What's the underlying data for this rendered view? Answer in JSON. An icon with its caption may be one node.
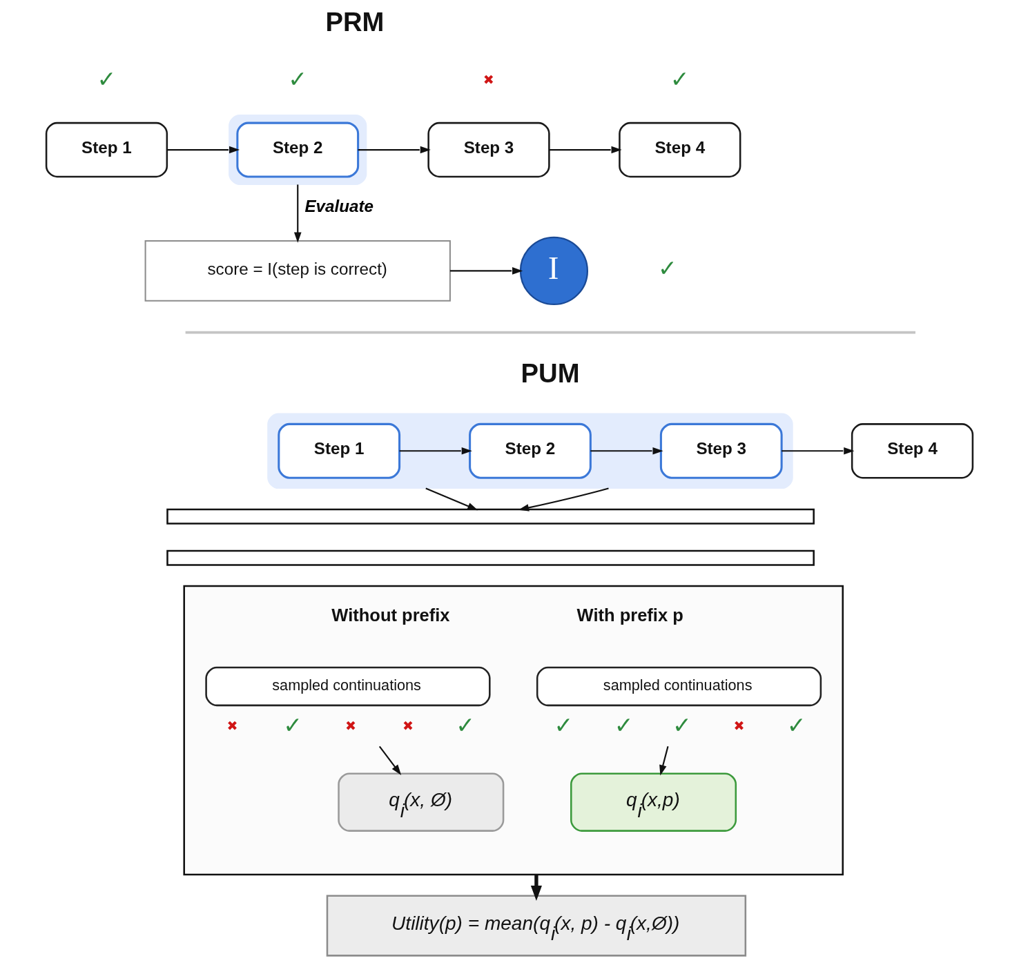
{
  "diagram": {
    "nodes": [
      {
        "text": [
          "Step 1"
        ],
        "beside": [
          "✓"
        ]
      },
      {
        "text": [],
        "shape": "box"
      },
      {
        "text": [
          "Step 2"
        ],
        "in": 1,
        "beside": [
          "✓"
        ]
      },
      {
        "text": [
          "Step 3"
        ],
        "beside": [
          "✖"
        ]
      },
      {
        "text": [
          "Step 4"
        ],
        "beside": [
          "✓"
        ]
      },
      {
        "text": [
          "score = I(step is correct)"
        ]
      },
      {
        "text": [
          "I"
        ],
        "beside": [
          "✓"
        ]
      },
      {
        "text": [],
        "shape": "box"
      },
      {
        "text": [
          "Step 1"
        ],
        "in": 7
      },
      {
        "text": [
          "Step 2"
        ],
        "in": 7
      },
      {
        "text": [
          "Step 3"
        ],
        "in": 7
      },
      {
        "text": [
          "Step 4"
        ]
      },
      {
        "text": [],
        "shape": "box"
      },
      {
        "text": [],
        "shape": "box"
      },
      {
        "text": [],
        "shape": "box"
      },
      {
        "text": [
          "sampled continuations"
        ],
        "in": 14,
        "beside": [
          "✖",
          "✓",
          "✖",
          "✖",
          "✓"
        ]
      },
      {
        "text": [
          "sampled continuations"
        ],
        "in": 14,
        "beside": [
          "✓",
          "✓",
          "✓",
          "✖",
          "✓"
        ]
      },
      {
        "text": [
          "q$_{i}$(x, Ø)"
        ],
        "in": 14
      },
      {
        "text": [
          "q$_{i}$(x,p)"
        ],
        "in": 14
      },
      {
        "text": [
          "Utility(p) = mean(q$_{i}$(x, p) - q$_{i}$(x,Ø))"
        ]
      }
    ],
    "edges": [
      {
        "from": 0,
        "to": 2,
        "arrow": "to"
      },
      {
        "from": 2,
        "to": 3,
        "arrow": "to"
      },
      {
        "from": 3,
        "to": 4,
        "arrow": "to"
      },
      {
        "from": 1,
        "to": 5,
        "arrow": "to",
        "label": "Evaluate"
      },
      {
        "from": 5,
        "to": 6,
        "arrow": "to"
      },
      {
        "from": 8,
        "to": 9,
        "arrow": "to"
      },
      {
        "from": 9,
        "to": 10,
        "arrow": "to"
      },
      {
        "from": 10,
        "to": 11,
        "arrow": "to"
      },
      {
        "from": 7,
        "to": 12,
        "arrow": "to"
      },
      {
        "from": 7,
        "to": 12,
        "arrow": "to"
      },
      {
        "from": 15,
        "to": 17,
        "arrow": "to"
      },
      {
        "from": 16,
        "to": 18,
        "arrow": "to"
      },
      {
        "from": 14,
        "to": 19,
        "arrow": "to",
        "style": "thick"
      }
    ],
    "labels": [
      "PRM",
      "PUM",
      "Without prefix",
      "With prefix p"
    ]
  }
}
